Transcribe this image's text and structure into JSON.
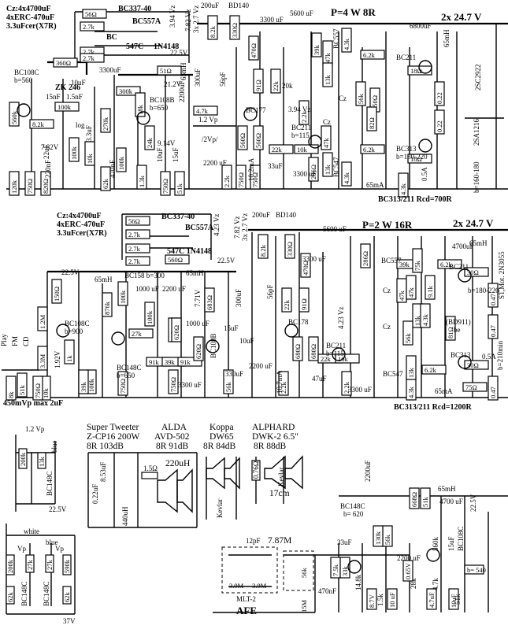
{
  "amp1": {
    "supply_notes": [
      "Cz:4x4700uF",
      "4xERC-470uF",
      "3.3uFcer(X7R)"
    ],
    "transistors": [
      "BC337-40",
      "BC557A",
      "BC",
      "547C",
      "1N4148",
      "BC108C",
      "b=560",
      "BC108B",
      "b=650",
      "BC177",
      "BC211",
      "b=115",
      "BC557",
      "BC211",
      "BC547",
      "BC313",
      "b=180-220",
      "2SC2922",
      "2SA1216",
      "b=160-180"
    ],
    "zk": "ZK 246",
    "log": "log",
    "power": "P=4 W 8R",
    "rail": "2x 24.7 V",
    "voltages": [
      "3.94 Vz",
      "7.82 Vz",
      "3x 2.7 Vz",
      "22.5V",
      "21.2V",
      "7.82V",
      "9.14V",
      "1.2 Vp",
      "/2Vp/",
      "3.94 Vz"
    ],
    "labels": [
      "200uF",
      "BD140",
      "5600 uF",
      "3300 uF",
      "3300uF",
      "10uF",
      "15nF",
      "1.5nF",
      "2200uF",
      "300uF",
      "65mH",
      "6800uF",
      "65mH",
      "20k",
      "Cz",
      "Cz",
      "65mA",
      "0.5A",
      "10.2mA",
      "33uF",
      "3300 uF",
      "2200 uF",
      "15uF",
      "10uF",
      "22uF",
      "220nF",
      "470nF",
      "56pF",
      "3.3uF"
    ],
    "bottom_note": "BC313/211  Rcd=700R",
    "resistors": [
      {
        "v": "56Ω"
      },
      {
        "v": "2.7k"
      },
      {
        "v": "2.7k"
      },
      {
        "v": "2.7k"
      },
      {
        "v": "360Ω"
      },
      {
        "v": "560k"
      },
      {
        "v": "100k"
      },
      {
        "v": "8.2k"
      },
      {
        "v": "100k"
      },
      {
        "v": "10k"
      },
      {
        "v": "270k"
      },
      {
        "v": "300k"
      },
      {
        "v": "18k"
      },
      {
        "v": "51Ω"
      },
      {
        "v": "24k"
      },
      {
        "v": "120k"
      },
      {
        "v": "750Ω"
      },
      {
        "v": "820Ω"
      },
      {
        "v": "62k"
      },
      {
        "v": "100k"
      },
      {
        "v": "1.3k"
      },
      {
        "v": "750Ω"
      },
      {
        "v": "51k"
      },
      {
        "v": "8.2k"
      },
      {
        "v": "330Ω"
      },
      {
        "v": "470Ω"
      },
      {
        "v": "91Ω"
      },
      {
        "v": "22k"
      },
      {
        "v": "4.7k"
      },
      {
        "v": "2.2k"
      },
      {
        "v": "560Ω"
      },
      {
        "v": "560Ω"
      },
      {
        "v": "750Ω"
      },
      {
        "v": "750Ω"
      },
      {
        "v": "22k"
      },
      {
        "v": "10k"
      },
      {
        "v": "2.2k"
      },
      {
        "v": "286Ω"
      },
      {
        "v": "39k"
      },
      {
        "v": "47k"
      },
      {
        "v": "13k"
      },
      {
        "v": "4.3k"
      },
      {
        "v": "56k"
      },
      {
        "v": "750Ω"
      },
      {
        "v": "82Ω"
      },
      {
        "v": "6.2k"
      },
      {
        "v": "18Ω"
      },
      {
        "v": "0.22"
      },
      {
        "v": "0.22"
      },
      {
        "v": "6.2k"
      },
      {
        "v": "18Ω"
      },
      {
        "v": "47k"
      },
      {
        "v": "13k"
      },
      {
        "v": "4.3k"
      },
      {
        "v": "4.3k"
      }
    ]
  },
  "amp2": {
    "supply_notes": [
      "Cz:4x4700uF",
      "4xERC-470uF",
      "3.3uFcer(X7R)"
    ],
    "transistors": [
      "BC337-40",
      "BC557A",
      "547C 1N4148",
      "BC158 b=300",
      "BC108C",
      "b=900",
      "BC148C",
      "b=650",
      "BC108B",
      "BC178",
      "BC211",
      "b=115",
      "BC557",
      "BC211",
      "BC547",
      "BC313",
      "(BD911)",
      "be",
      "ST,Mot. 2N3055",
      "b=180-220",
      "b=210min"
    ],
    "power": "P=2 W 16R",
    "rail": "2x 24.7 V",
    "voltages": [
      "4.23 Vz",
      "7.82 Vz",
      "3x 2.7 Vz",
      "22.5V",
      "22.5V",
      "1.92V",
      "7.71V",
      "4.23 Vz"
    ],
    "inputs": [
      "Play",
      "FM",
      "CD"
    ],
    "labels": [
      "65mH",
      "65mH",
      "200uF",
      "BD140",
      "5600 uF",
      "3300 uF",
      "1000 uF",
      "2200 uF",
      "1000 uF",
      "300uF",
      "10uF",
      "15uF",
      "330uF",
      "2200 uF",
      "3300 uF",
      "4700uF",
      "65mH",
      "65mA",
      "0.5A",
      "10.7mA",
      "47uF",
      "Cz",
      "Cz",
      "3300 uF",
      "56pF"
    ],
    "vp_note": "450mVp max 2uF",
    "bottom_note": "BC313/211  Rcd=1200R",
    "resistors": [
      {
        "v": "56Ω"
      },
      {
        "v": "2.7k"
      },
      {
        "v": "2.7k"
      },
      {
        "v": "2.7k"
      },
      {
        "v": "560Ω"
      },
      {
        "v": "150Ω"
      },
      {
        "v": "1.2M"
      },
      {
        "v": "3.3M"
      },
      {
        "v": "51k"
      },
      {
        "v": "10k"
      },
      {
        "v": "750Ω"
      },
      {
        "v": "8k"
      },
      {
        "v": "1k"
      },
      {
        "v": "100k"
      },
      {
        "v": "39k"
      },
      {
        "v": "876k"
      },
      {
        "v": "100k"
      },
      {
        "v": "750Ω"
      },
      {
        "v": "27k"
      },
      {
        "v": "20k"
      },
      {
        "v": "100k"
      },
      {
        "v": "91k"
      },
      {
        "v": "39k"
      },
      {
        "v": "91k"
      },
      {
        "v": "620Ω"
      },
      {
        "v": "620Ω"
      },
      {
        "v": "750Ω"
      },
      {
        "v": "683Ω"
      },
      {
        "v": "56k"
      },
      {
        "v": "8.2k"
      },
      {
        "v": "330Ω"
      },
      {
        "v": "470Ω"
      },
      {
        "v": "91Ω"
      },
      {
        "v": "22k"
      },
      {
        "v": "2.2k"
      },
      {
        "v": "680Ω"
      },
      {
        "v": "680Ω"
      },
      {
        "v": "22k"
      },
      {
        "v": "10k"
      },
      {
        "v": "2.2k"
      },
      {
        "v": "286Ω"
      },
      {
        "v": "39k"
      },
      {
        "v": "47k"
      },
      {
        "v": "13k"
      },
      {
        "v": "4.3k"
      },
      {
        "v": "56k"
      },
      {
        "v": "75k"
      },
      {
        "v": "6.2k"
      },
      {
        "v": "30Ω"
      },
      {
        "v": "0.47"
      },
      {
        "v": "81Ω"
      },
      {
        "v": "0.47"
      },
      {
        "v": "6.2k"
      },
      {
        "v": "30Ω"
      },
      {
        "v": "0.47"
      },
      {
        "v": "75Ω"
      },
      {
        "v": "4.3k"
      },
      {
        "v": "13k"
      },
      {
        "v": "47k"
      },
      {
        "v": "9.1k"
      }
    ]
  },
  "speakers": {
    "tweeter_title": "Super Tweeter",
    "tweeter_model": "Z-CP16 200W",
    "tweeter_spec": "8R  103dB",
    "alda_title": "ALDA",
    "alda_model": "AVD-502",
    "alda_spec": "8R  91dB",
    "koppa_title": "Koppa",
    "koppa_model": "DW65",
    "koppa_spec": "8R 84dB",
    "alphard_title": "ALPHARD",
    "alphard_model": "DWK-2  6.5\"",
    "alphard_spec": "8R  88dB",
    "labels": [
      "0.22uF",
      "8.53uF",
      "440uH",
      "1.5Ω",
      "220uH",
      "Kevlar",
      "0.76Ω",
      "Kevlar",
      "17cm"
    ]
  },
  "misc": {
    "ref1_labels": [
      "1.2 Vp",
      "blue",
      "BC148C",
      "200k",
      "13k",
      "22.5V"
    ],
    "ref2_labels": [
      "white",
      "blue",
      "Vp",
      "Vp",
      "200k",
      "27k",
      "27k",
      "590k",
      "62k",
      "62k",
      "BC148C",
      "BC148C",
      "37V"
    ],
    "afe_labels": [
      "12pF",
      "7.87M",
      "MLT-2",
      "AFE",
      "3.9M",
      "3.9M",
      "56k",
      "15M",
      "470nF",
      "33uF",
      "2200 uF",
      "BC148C",
      "b= 620",
      "56k",
      "130k",
      "14.8k",
      "8.7V",
      "1.5k",
      "10 uF",
      "7.5k",
      "2200uF",
      "65mH",
      "4700 uF",
      "22.5V",
      "668Ω",
      "51k",
      "560k",
      "15uF",
      "BC108C",
      "b= 540",
      "4.7k",
      "0.65V",
      "28k",
      "4.7uF",
      "51k",
      "10uF",
      "33k"
    ]
  }
}
